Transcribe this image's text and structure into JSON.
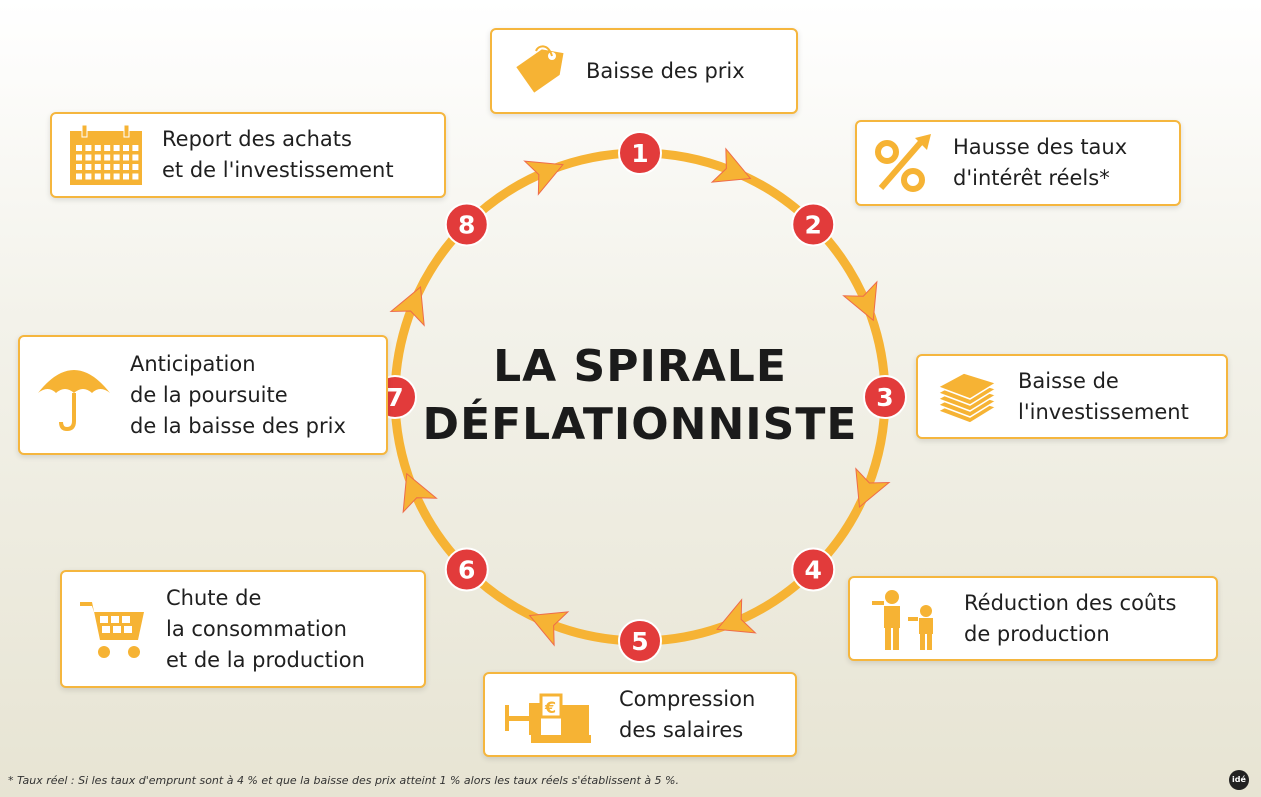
{
  "title": {
    "line1": "LA SPIRALE",
    "line2": "DÉFLATIONNISTE"
  },
  "colors": {
    "orange": "#f6b334",
    "red": "#e23b3b",
    "border": "#f5b63e"
  },
  "steps": [
    {
      "number": "1",
      "lines": [
        "Baisse des prix"
      ],
      "icon": "price-tag-icon"
    },
    {
      "number": "2",
      "lines": [
        "Hausse des taux",
        "d'intérêt réels*"
      ],
      "icon": "percent-up-icon"
    },
    {
      "number": "3",
      "lines": [
        "Baisse de",
        "l'investissement"
      ],
      "icon": "money-stack-icon"
    },
    {
      "number": "4",
      "lines": [
        "Réduction des coûts",
        "de production"
      ],
      "icon": "workers-icon"
    },
    {
      "number": "5",
      "lines": [
        "Compression",
        "des salaires"
      ],
      "icon": "vise-euro-icon"
    },
    {
      "number": "6",
      "lines": [
        "Chute de",
        "la consommation",
        "et de la production"
      ],
      "icon": "shopping-cart-icon"
    },
    {
      "number": "7",
      "lines": [
        "Anticipation",
        "de la poursuite",
        "de la baisse des prix"
      ],
      "icon": "umbrella-icon"
    },
    {
      "number": "8",
      "lines": [
        "Report des achats",
        "et de l'investissement"
      ],
      "icon": "calendar-icon"
    }
  ],
  "footnote": "* Taux réel : Si les taux d'emprunt sont à 4 % et que la baisse des prix atteint 1 % alors les taux réels s'établissent à 5 %.",
  "logo": "idé"
}
